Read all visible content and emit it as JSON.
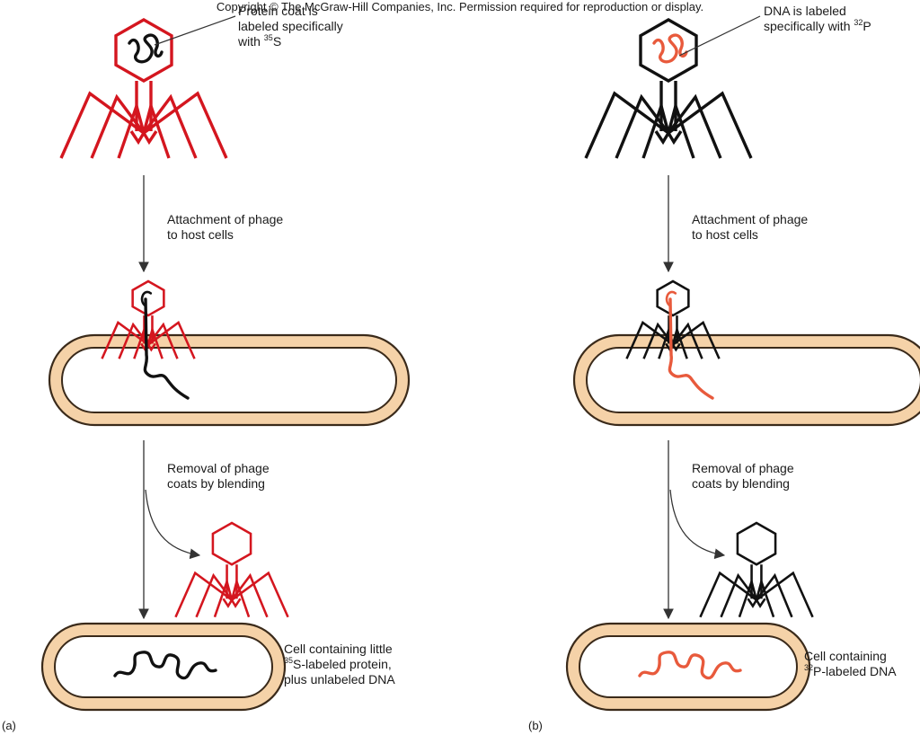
{
  "copyright": "Copyright © The McGraw-Hill Companies, Inc. Permission required for reproduction or display.",
  "panel_a": {
    "letter": "(a)",
    "label_coat": [
      "Protein coat is",
      "labeled specifically",
      "with ",
      "35",
      "S"
    ],
    "step1": [
      "Attachment of phage",
      "to host cells"
    ],
    "step2": [
      "Removal of phage",
      "coats by blending"
    ],
    "result": [
      "Cell containing little",
      "35",
      "S-labeled protein,",
      "plus unlabeled DNA"
    ]
  },
  "panel_b": {
    "letter": "(b)",
    "label_dna": [
      "DNA is labeled",
      "specifically with ",
      "32",
      "P"
    ],
    "step1": [
      "Attachment of phage",
      "to host cells"
    ],
    "step2": [
      "Removal of phage",
      "coats by blending"
    ],
    "result": [
      "Cell containing",
      "32",
      "P-labeled DNA"
    ]
  },
  "colors": {
    "label_red": "#d4161f",
    "dna_orange": "#e85a3c",
    "black": "#111111",
    "cell_fill": "#f5d2a8",
    "cell_outline": "#3a2a1a"
  }
}
